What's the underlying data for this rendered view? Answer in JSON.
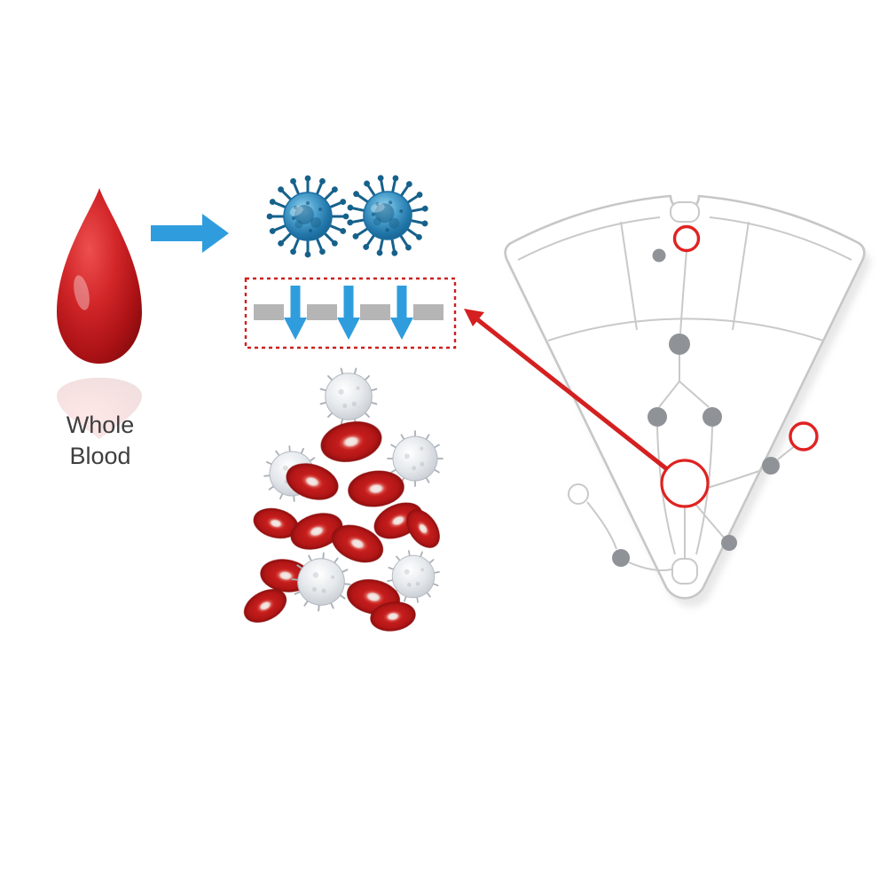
{
  "diagram": {
    "whole_blood_label": "Whole Blood"
  },
  "colors": {
    "blood_red": "#c01818",
    "flow_arrow_blue": "#2f9ddd",
    "virus_blue": "#2d85bb",
    "virus_spike_teal": "#16618b",
    "membrane_gray": "#b5b5b5",
    "dashed_box_red": "#cc2020",
    "rbc_red": "#c51d1d",
    "wbc_gray": "#d9dde1",
    "device_outline_gray": "#c7c7c7",
    "device_port_gray": "#8f9398",
    "highlight_ring_red": "#e02222",
    "pointer_arrow_red": "#d42020"
  },
  "elements": {
    "blood_drop_icon": "blood-drop-icon",
    "virus_count": 2,
    "membrane_segments": 4,
    "membrane_down_arrows": 3,
    "red_blood_cells": 12,
    "white_blood_cells": 5,
    "device_red_rings": 3,
    "device_gray_ports": 7
  }
}
